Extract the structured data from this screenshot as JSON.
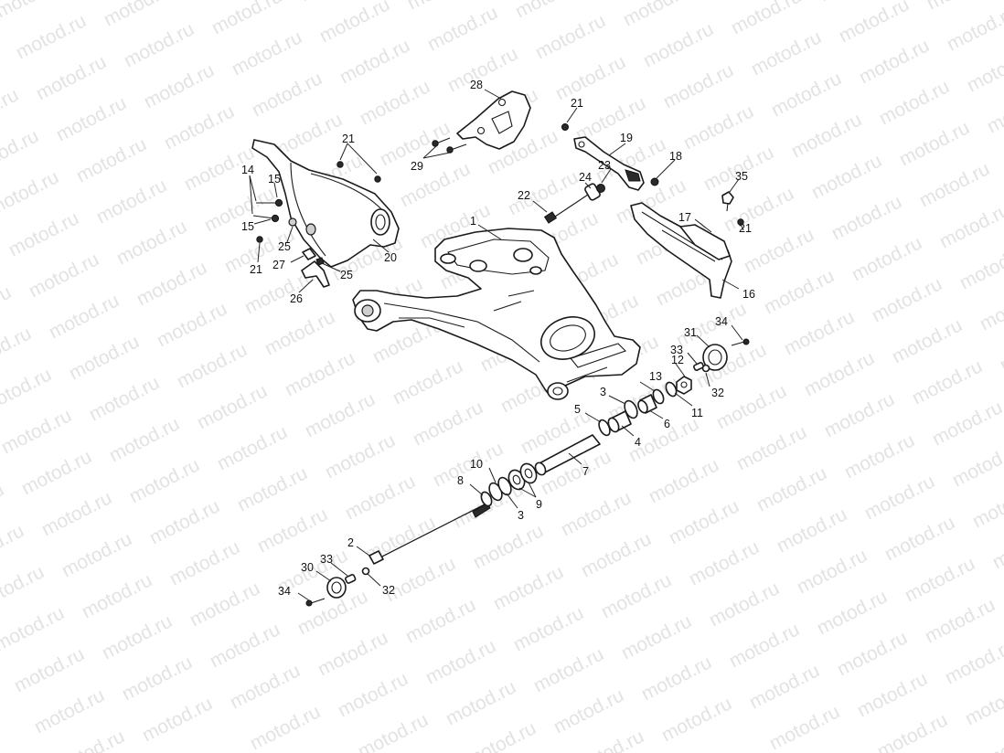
{
  "watermark": {
    "text": "motod.ru",
    "color": "#e3e3e3"
  },
  "part_numbers": [
    "1",
    "2",
    "3",
    "4",
    "5",
    "6",
    "7",
    "8",
    "9",
    "10",
    "11",
    "12",
    "13",
    "14",
    "15",
    "16",
    "17",
    "18",
    "19",
    "20",
    "21",
    "22",
    "23",
    "24",
    "25",
    "26",
    "27",
    "28",
    "29",
    "30",
    "31",
    "32",
    "33",
    "34",
    "35"
  ],
  "callouts": [
    {
      "id": "1",
      "text": "1"
    },
    {
      "id": "2",
      "text": "2"
    },
    {
      "id": "3a",
      "text": "3"
    },
    {
      "id": "3b",
      "text": "3"
    },
    {
      "id": "4",
      "text": "4"
    },
    {
      "id": "5",
      "text": "5"
    },
    {
      "id": "6",
      "text": "6"
    },
    {
      "id": "7",
      "text": "7"
    },
    {
      "id": "8",
      "text": "8"
    },
    {
      "id": "9",
      "text": "9"
    },
    {
      "id": "10",
      "text": "10"
    },
    {
      "id": "11",
      "text": "11"
    },
    {
      "id": "12",
      "text": "12"
    },
    {
      "id": "13",
      "text": "13"
    },
    {
      "id": "14",
      "text": "14"
    },
    {
      "id": "15a",
      "text": "15"
    },
    {
      "id": "15b",
      "text": "15"
    },
    {
      "id": "16",
      "text": "16"
    },
    {
      "id": "17",
      "text": "17"
    },
    {
      "id": "18",
      "text": "18"
    },
    {
      "id": "19",
      "text": "19"
    },
    {
      "id": "20",
      "text": "20"
    },
    {
      "id": "21a",
      "text": "21"
    },
    {
      "id": "21b",
      "text": "21"
    },
    {
      "id": "21c",
      "text": "21"
    },
    {
      "id": "21d",
      "text": "21"
    },
    {
      "id": "22",
      "text": "22"
    },
    {
      "id": "23",
      "text": "23"
    },
    {
      "id": "24",
      "text": "24"
    },
    {
      "id": "25a",
      "text": "25"
    },
    {
      "id": "25b",
      "text": "25"
    },
    {
      "id": "26",
      "text": "26"
    },
    {
      "id": "27",
      "text": "27"
    },
    {
      "id": "28",
      "text": "28"
    },
    {
      "id": "29",
      "text": "29"
    },
    {
      "id": "30",
      "text": "30"
    },
    {
      "id": "31",
      "text": "31"
    },
    {
      "id": "32a",
      "text": "32"
    },
    {
      "id": "32b",
      "text": "32"
    },
    {
      "id": "33a",
      "text": "33"
    },
    {
      "id": "33b",
      "text": "33"
    },
    {
      "id": "34a",
      "text": "34"
    },
    {
      "id": "34b",
      "text": "34"
    },
    {
      "id": "35",
      "text": "35"
    }
  ]
}
